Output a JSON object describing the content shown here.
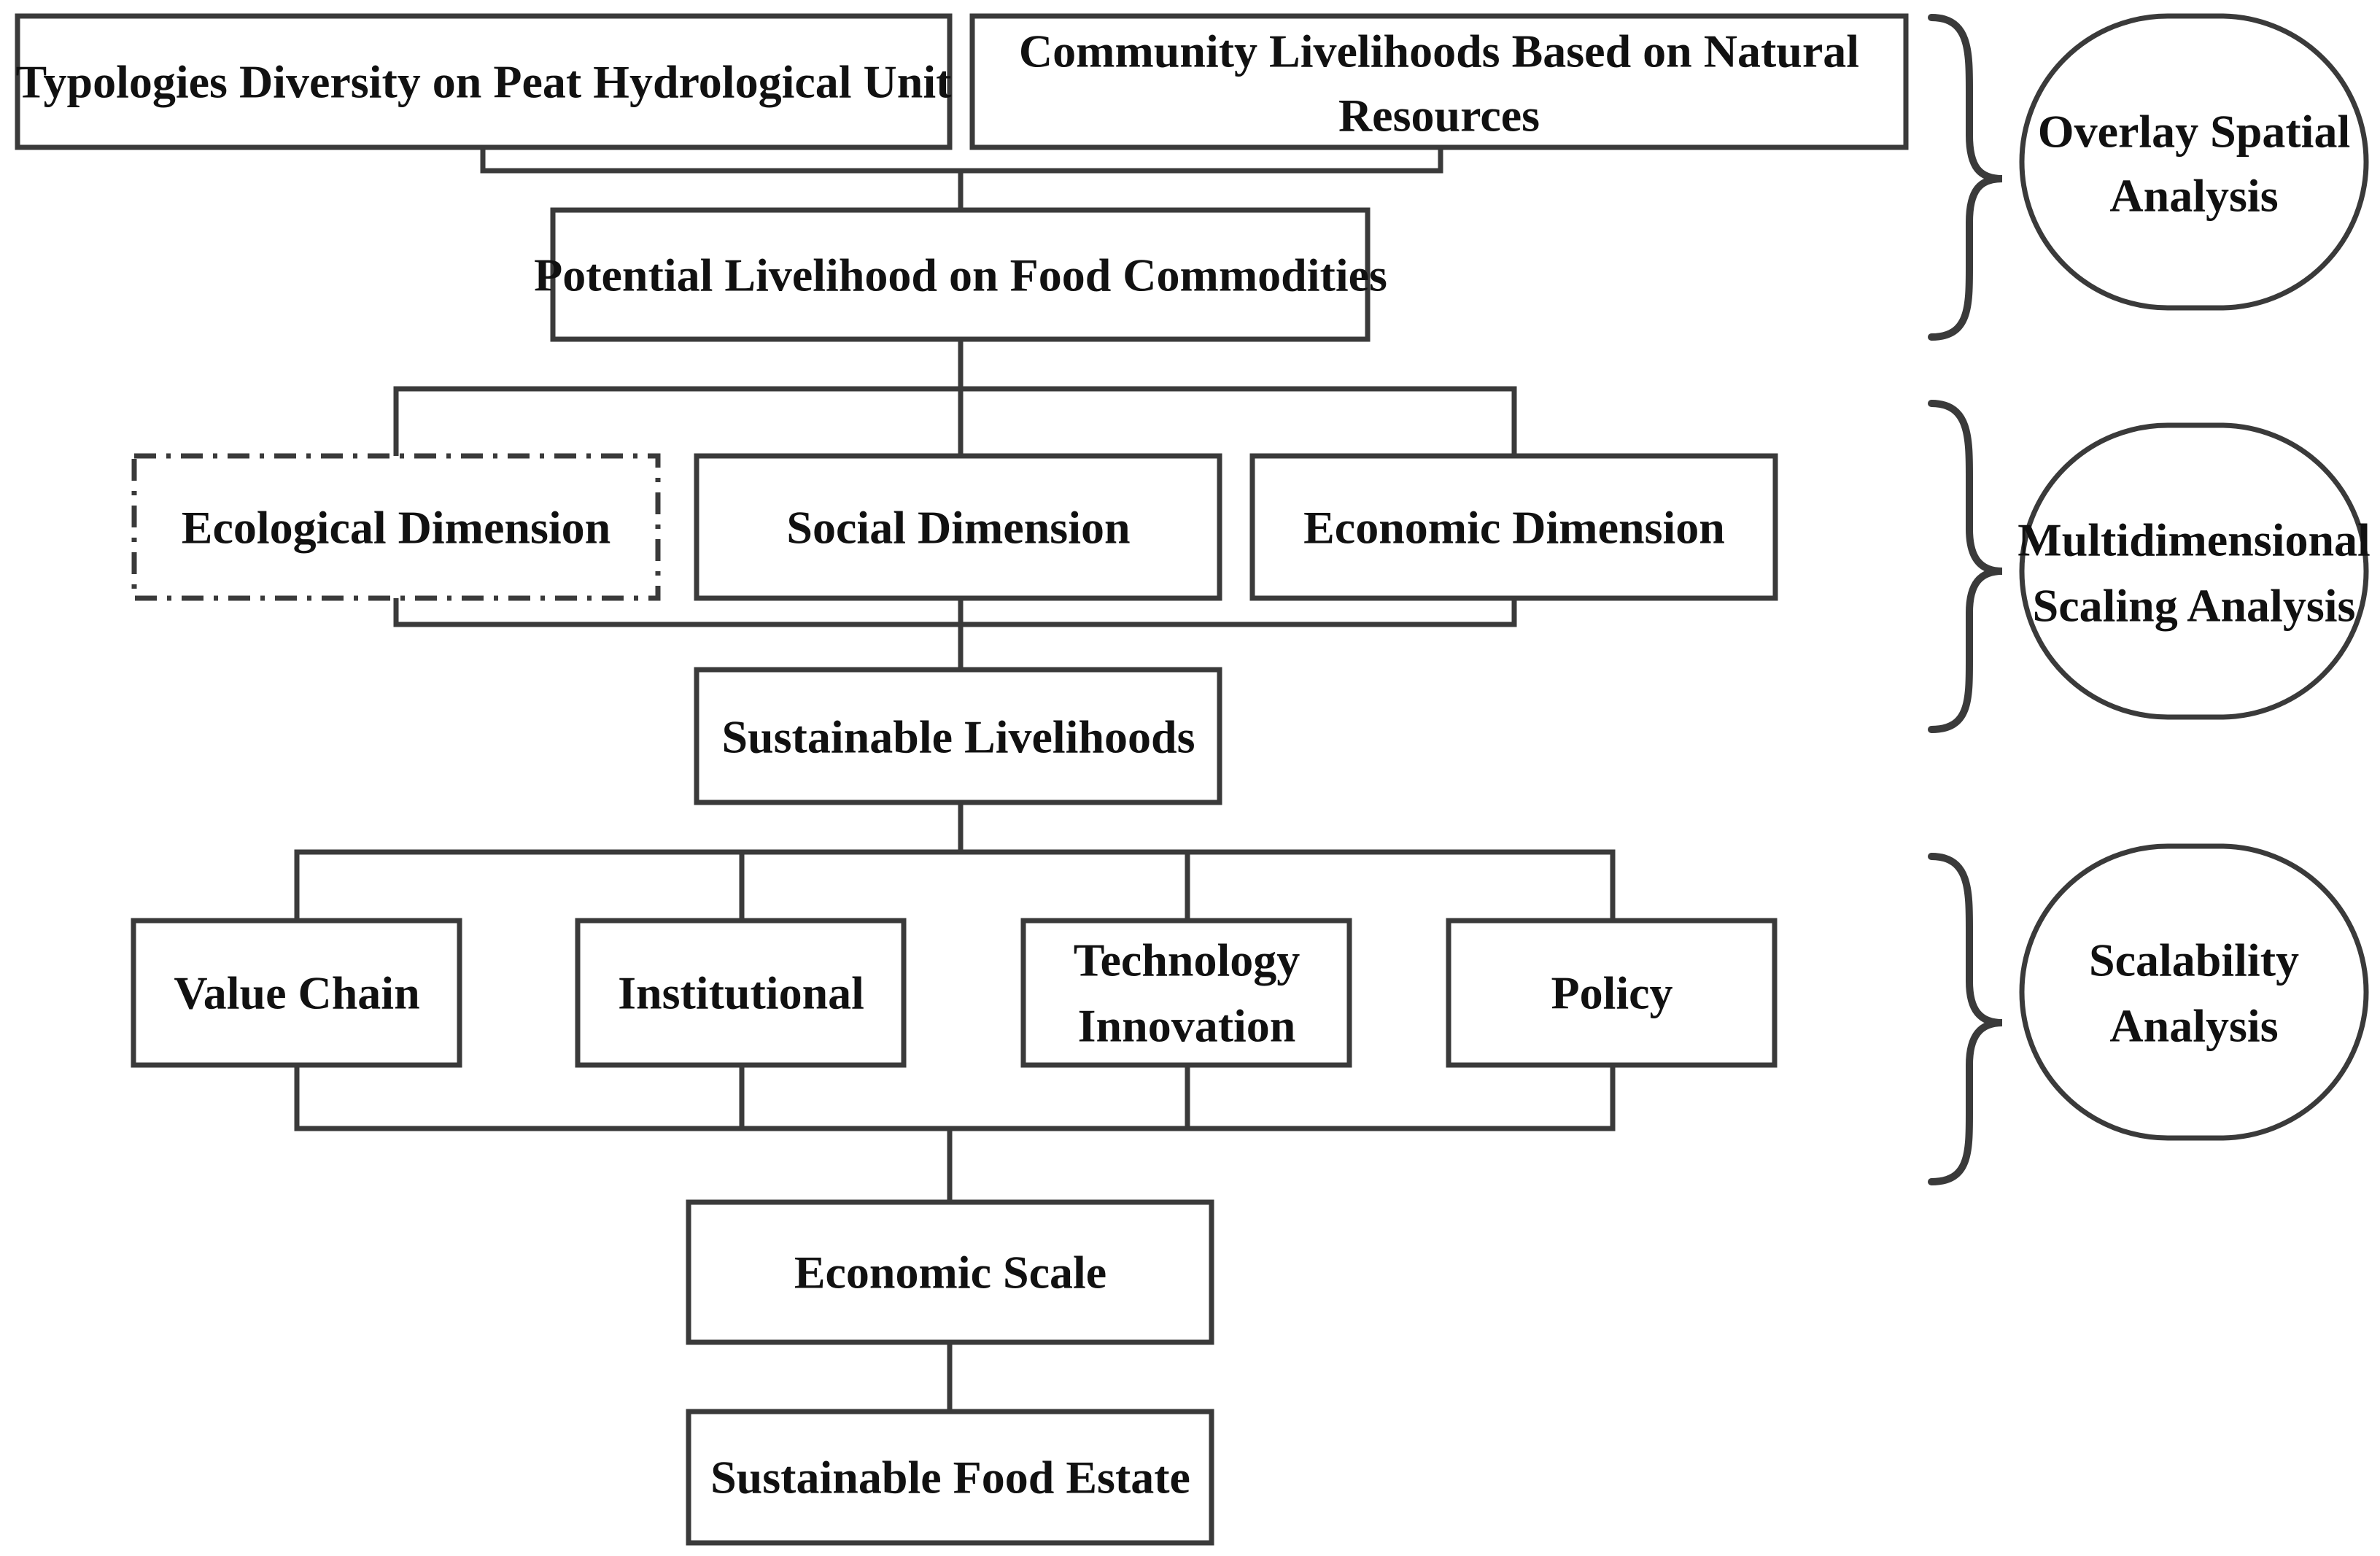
{
  "diagram": {
    "nodes": {
      "typologies": "Typologies Diversity on Peat Hydrological Unit",
      "community_line1": "Community Livelihoods Based on Natural",
      "community_line2": "Resources",
      "potential": "Potential Livelihood on Food Commodities",
      "ecological": "Ecological Dimension",
      "social": "Social Dimension",
      "economic_dim": "Economic Dimension",
      "sustainable_livelihoods": "Sustainable Livelihoods",
      "value_chain": "Value Chain",
      "institutional": "Institutional",
      "technology_line1": "Technology",
      "technology_line2": "Innovation",
      "policy": "Policy",
      "economic_scale": "Economic Scale",
      "food_estate": "Sustainable Food Estate"
    },
    "analyses": {
      "overlay_line1": "Overlay Spatial",
      "overlay_line2": "Analysis",
      "mds_line1": "Multidimensional",
      "mds_line2": "Scaling Analysis",
      "scalability_line1": "Scalability",
      "scalability_line2": "Analysis"
    }
  }
}
